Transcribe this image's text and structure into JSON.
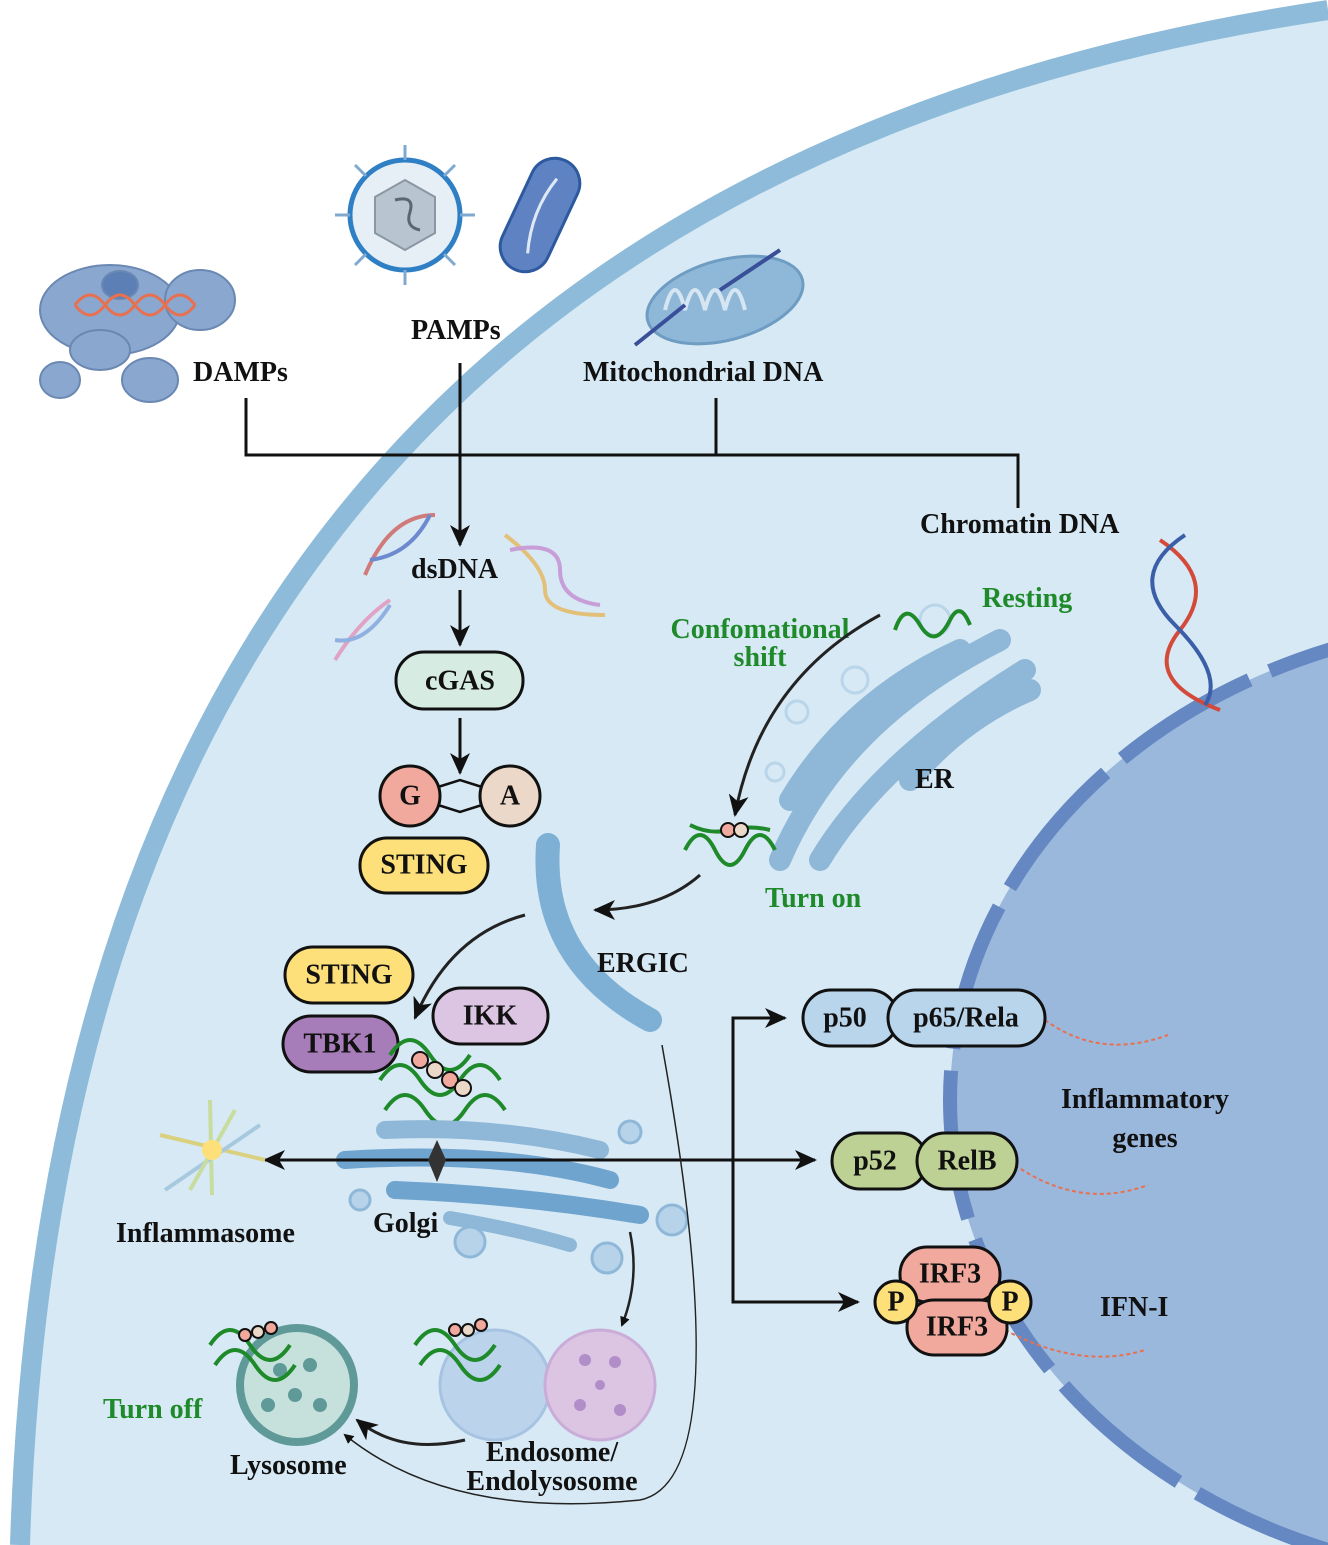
{
  "labels": {
    "damps": "DAMPs",
    "pamps": "PAMPs",
    "mito_dna": "Mitochondrial DNA",
    "chromatin_dna": "Chromatin DNA",
    "dsdna": "dsDNA",
    "resting": "Resting",
    "conf_shift_1": "Confomational",
    "conf_shift_2": "shift",
    "er": "ER",
    "turn_on": "Turn on",
    "ergic": "ERGIC",
    "golgi": "Golgi",
    "inflammasome": "Inflammasome",
    "turn_off": "Turn off",
    "lysosome": "Lysosome",
    "endosome_1": "Endosome/",
    "endosome_2": "Endolysosome",
    "inflam_genes_1": "Inflammatory",
    "inflam_genes_2": "genes",
    "ifn": "IFN-I"
  },
  "proteins": {
    "cgas": "cGAS",
    "g": "G",
    "a": "A",
    "sting1": "STING",
    "sting2": "STING",
    "tbk1": "TBK1",
    "ikk": "IKK",
    "p50": "p50",
    "p65": "p65/Rela",
    "p52": "p52",
    "relb": "RelB",
    "irf3a": "IRF3",
    "irf3b": "IRF3",
    "p_left": "P",
    "p_right": "P"
  },
  "colors": {
    "cytoplasm": "#d7e9f4",
    "membrane": "#8dbbd9",
    "nucleus": "#9ab7dc",
    "nuclear_envelope": "#6588c2",
    "cgas": "#d6ebe2",
    "g": "#f2a99d",
    "a": "#ecd8c8",
    "sting": "#fde07a",
    "tbk1": "#a67db8",
    "ikk": "#dcc5e3",
    "nfkb": "#b9d5ec",
    "p52_relb": "#bcd193",
    "irf3": "#f2a99d",
    "phospho": "#fde07a",
    "sting_green": "#1e8a2a"
  }
}
